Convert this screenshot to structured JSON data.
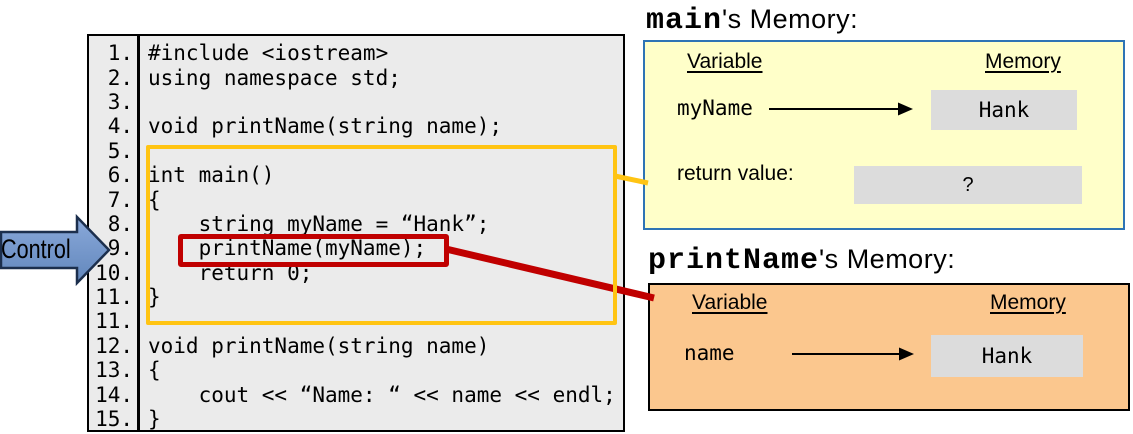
{
  "colors": {
    "code_background": "#EBEBEB",
    "highlight_yellow": "#FFC413",
    "highlight_red": "#C00000",
    "main_panel_background": "#FFFFC9",
    "main_panel_border": "#2E74B5",
    "printname_panel_background": "#FBC78E",
    "value_box_background": "#DCDCDC",
    "control_arrow_fill": "#7396CB",
    "control_arrow_border": "#1C2F4D"
  },
  "control_arrow": {
    "label": "Control"
  },
  "code_panel": {
    "lines": [
      {
        "num": "1.",
        "code": "#include <iostream>"
      },
      {
        "num": "2.",
        "code": "using namespace std;"
      },
      {
        "num": "3.",
        "code": ""
      },
      {
        "num": "4.",
        "code": "void printName(string name);"
      },
      {
        "num": "5.",
        "code": ""
      },
      {
        "num": "6.",
        "code": "int main()"
      },
      {
        "num": "7.",
        "code": "{"
      },
      {
        "num": "8.",
        "code": "    string myName = “Hank”;"
      },
      {
        "num": "9.",
        "code": "    printName(myName);"
      },
      {
        "num": "10.",
        "code": "    return 0;"
      },
      {
        "num": "11.",
        "code": "}"
      },
      {
        "num": "11.",
        "code": ""
      },
      {
        "num": "12.",
        "code": "void printName(string name)"
      },
      {
        "num": "13.",
        "code": "{"
      },
      {
        "num": "14.",
        "code": "    cout << “Name: “ << name << endl;"
      },
      {
        "num": "15.",
        "code": "}"
      }
    ]
  },
  "main_memory": {
    "title_function": "main",
    "title_suffix": "'s Memory:",
    "header_variable": "Variable",
    "header_memory": "Memory",
    "variable_name": "myName",
    "variable_value": "Hank",
    "return_label": "return value:",
    "return_value": "?"
  },
  "printname_memory": {
    "title_function": "printName",
    "title_suffix": "'s Memory:",
    "header_variable": "Variable",
    "header_memory": "Memory",
    "variable_name": "name",
    "variable_value": "Hank"
  }
}
